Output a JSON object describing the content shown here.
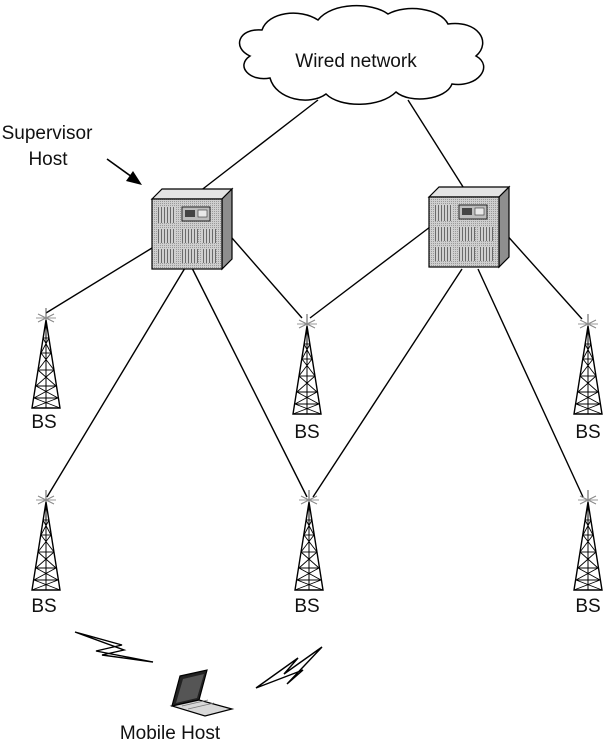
{
  "cloud": {
    "label": "Wired network"
  },
  "supervisor": {
    "label_line1": "Supervisor",
    "label_line2": "Host"
  },
  "base_station": {
    "label": "BS"
  },
  "mobile": {
    "label": "Mobile Host"
  },
  "colors": {
    "line": "#000000",
    "server_fill": "#c9c9c9",
    "server_dark": "#8c8c8c",
    "background": "#ffffff"
  }
}
